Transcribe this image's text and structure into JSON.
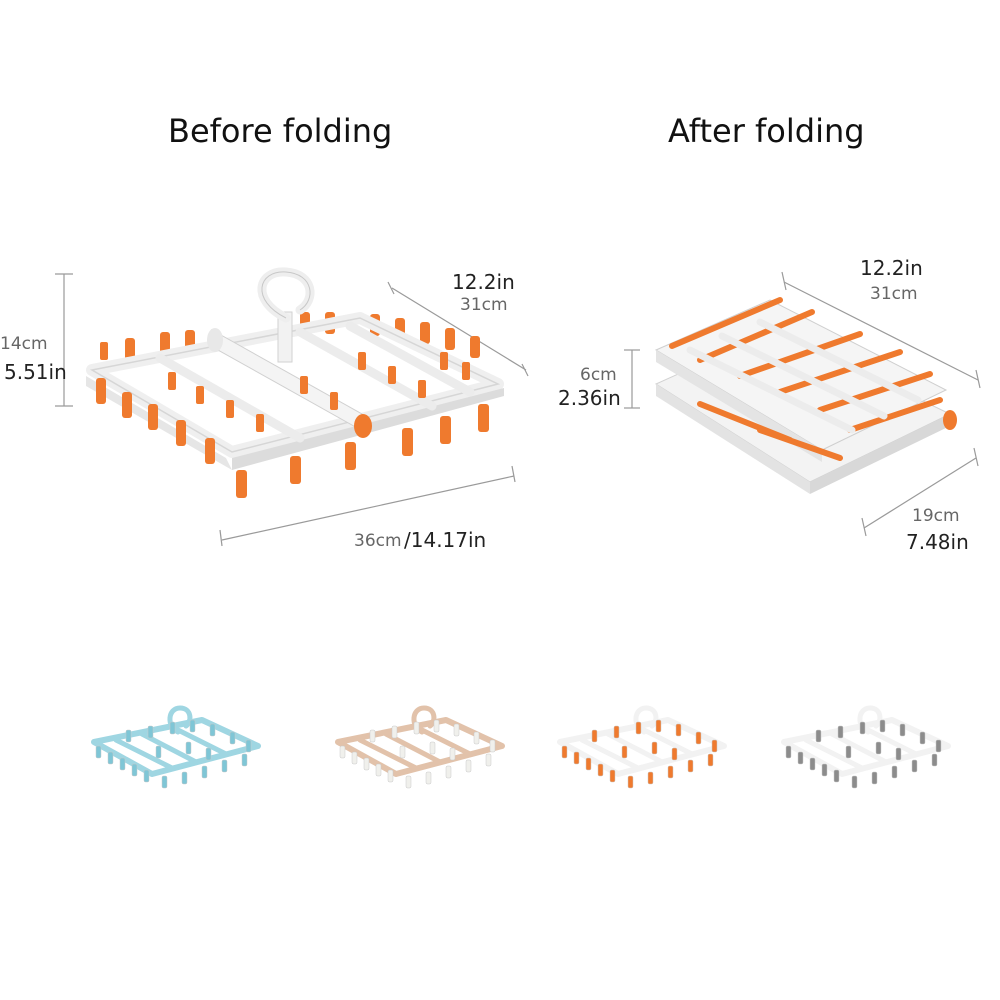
{
  "headings": {
    "before": "Before folding",
    "after": "After folding"
  },
  "before": {
    "height_cm": "14cm",
    "height_in": "5.51in",
    "depth_in": "12.2in",
    "depth_cm": "31cm",
    "width_cm": "36cm",
    "width_in": "/14.17in"
  },
  "after": {
    "length_in": "12.2in",
    "length_cm": "31cm",
    "height_cm": "6cm",
    "height_in": "2.36in",
    "width_cm": "19cm",
    "width_in": "7.48in"
  },
  "colors": {
    "accent": "#ef7a2e",
    "frame": "#f2f2f2",
    "variants": [
      {
        "clip": "#7fc6d6",
        "frame": "#9fd6e2"
      },
      {
        "clip": "#f0f0ec",
        "frame": "#e2c2aa"
      },
      {
        "clip": "#ef7a2e",
        "frame": "#f2f2f2"
      },
      {
        "clip": "#8c8c8c",
        "frame": "#f2f2f2"
      }
    ]
  }
}
